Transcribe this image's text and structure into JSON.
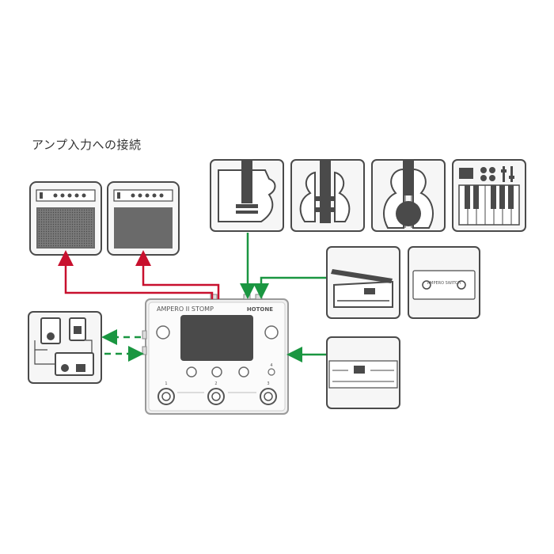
{
  "title": "アンプ入力への接続",
  "device": {
    "brand": "HOTONE",
    "model": "AMPERO II STOMP",
    "footswitch_labels": [
      "1",
      "2",
      "3"
    ],
    "top_right_knob_label": "4"
  },
  "expression_switch": {
    "label": "AMPERO SWITCH"
  },
  "colors": {
    "output": "#c8102e",
    "input": "#1a9641",
    "outline": "#4a4a4a",
    "panel": "#f6f6f6"
  },
  "icons": [
    "amp-icon",
    "amp-icon",
    "electric-guitar-icon",
    "bass-guitar-icon",
    "acoustic-guitar-icon",
    "midi-keyboard-icon",
    "expression-pedal-icon",
    "footswitch-icon",
    "effect-pedals-icon",
    "rack-unit-icon"
  ]
}
